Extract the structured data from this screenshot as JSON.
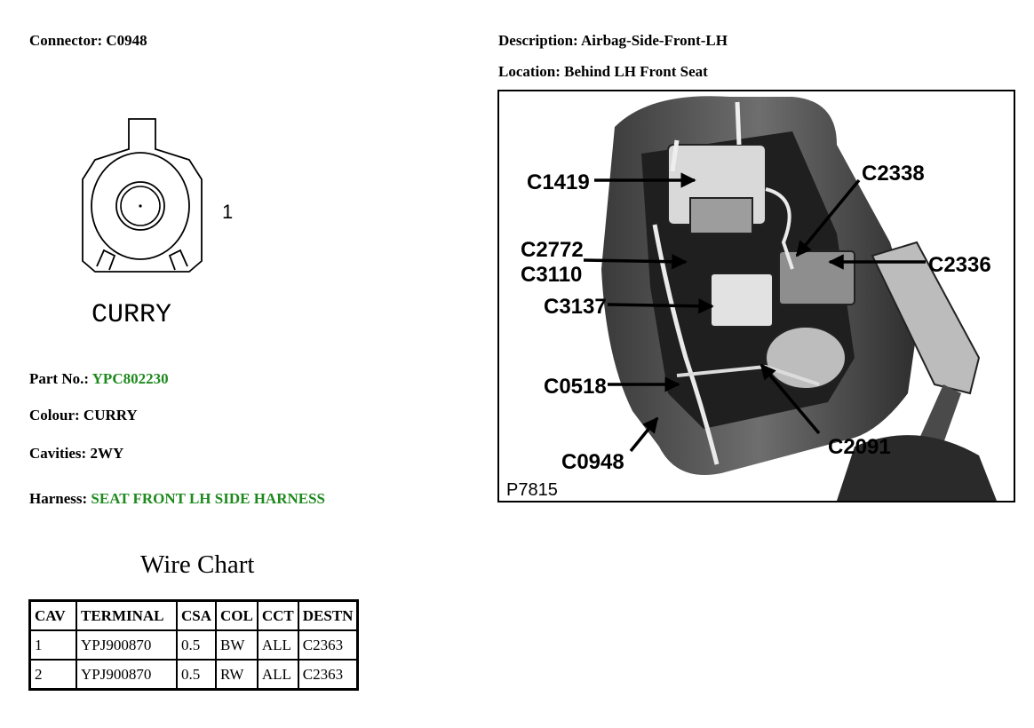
{
  "header": {
    "connector_label": "Connector:",
    "connector_value": "C0948",
    "description_label": "Description:",
    "description_value": "Airbag-Side-Front-LH",
    "location_label": "Location:",
    "location_value": "Behind LH Front Seat"
  },
  "diagram": {
    "pin_label": "1",
    "colour_text": "CURRY"
  },
  "details": {
    "part_no_label": "Part No.:",
    "part_no_value": "YPC802230",
    "colour_label": "Colour:",
    "colour_value": "CURRY",
    "cavities_label": "Cavities:",
    "cavities_value": "2WY",
    "harness_label": "Harness:",
    "harness_value": "SEAT FRONT LH SIDE HARNESS"
  },
  "wire_chart": {
    "title": "Wire Chart",
    "headers": [
      "CAV",
      "TERMINAL",
      "CSA",
      "COL",
      "CCT",
      "DESTN"
    ],
    "rows": [
      [
        "1",
        "YPJ900870",
        "0.5",
        "BW",
        "ALL",
        "C2363"
      ],
      [
        "2",
        "YPJ900870",
        "0.5",
        "RW",
        "ALL",
        "C2363"
      ]
    ]
  },
  "photo": {
    "callouts": [
      "C1419",
      "C2338",
      "C2772",
      "C3110",
      "C2336",
      "C3137",
      "C0518",
      "C2091",
      "C0948"
    ],
    "image_code": "P7815"
  },
  "colors": {
    "link_green": "#1e8a1e"
  }
}
